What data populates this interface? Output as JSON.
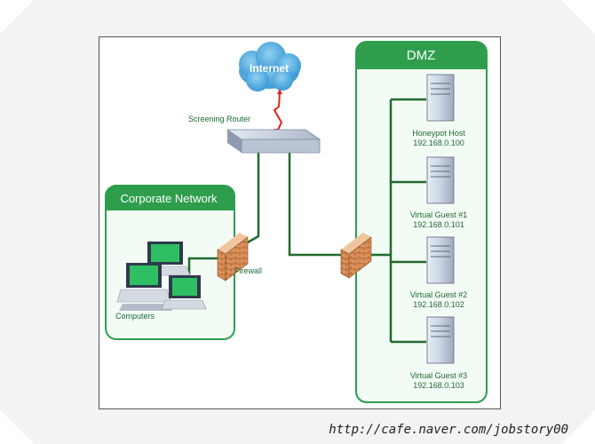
{
  "internet": {
    "label": "Internet"
  },
  "router": {
    "label": "Screening Router"
  },
  "dmz": {
    "title": "DMZ",
    "hosts": [
      {
        "name": "Honeypot Host",
        "ip": "192.168.0.100"
      },
      {
        "name": "Virtual Guest #1",
        "ip": "192.168.0.101"
      },
      {
        "name": "Virtual Guest #2",
        "ip": "192.168.0.102"
      },
      {
        "name": "Virtual Guest #3",
        "ip": "192.168.0.103"
      }
    ]
  },
  "corporate": {
    "title": "Corporate Network",
    "computers_label": "Computers"
  },
  "firewall": {
    "label": "Firewall"
  },
  "watermark": "http://cafe.naver.com/jobstory00",
  "colors": {
    "green": "#2e9e4d",
    "line": "#1e6b2e",
    "text": "#1c6b33"
  }
}
